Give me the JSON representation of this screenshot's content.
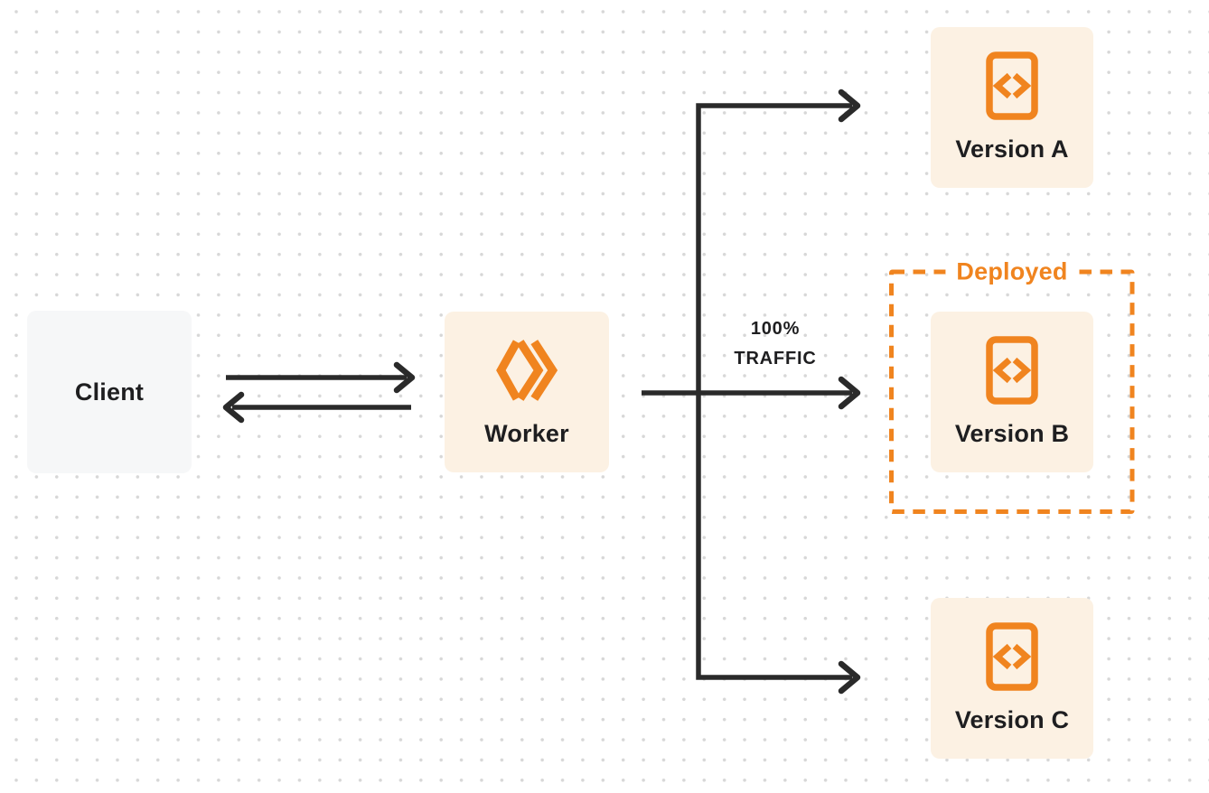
{
  "diagram": {
    "nodes": {
      "client": {
        "label": "Client"
      },
      "worker": {
        "label": "Worker"
      },
      "version_a": {
        "label": "Version A"
      },
      "version_b": {
        "label": "Version B"
      },
      "version_c": {
        "label": "Version C"
      }
    },
    "annotations": {
      "deployed": {
        "label": "Deployed"
      },
      "traffic": {
        "line1": "100%",
        "line2": "TRAFFIC"
      }
    },
    "icons": {
      "worker": "workers-double-chevron-logo-icon",
      "versions": "code-file-icon"
    },
    "colors": {
      "accent_orange": "#F0841F",
      "node_cream_bg": "#FCF1E3",
      "client_gray_bg": "#F6F7F8",
      "arrow_dark": "#2A2A2A",
      "text_dark": "#1E1E20",
      "dot_gray": "#D7D7D7",
      "canvas_bg": "#FFFFFF"
    }
  }
}
